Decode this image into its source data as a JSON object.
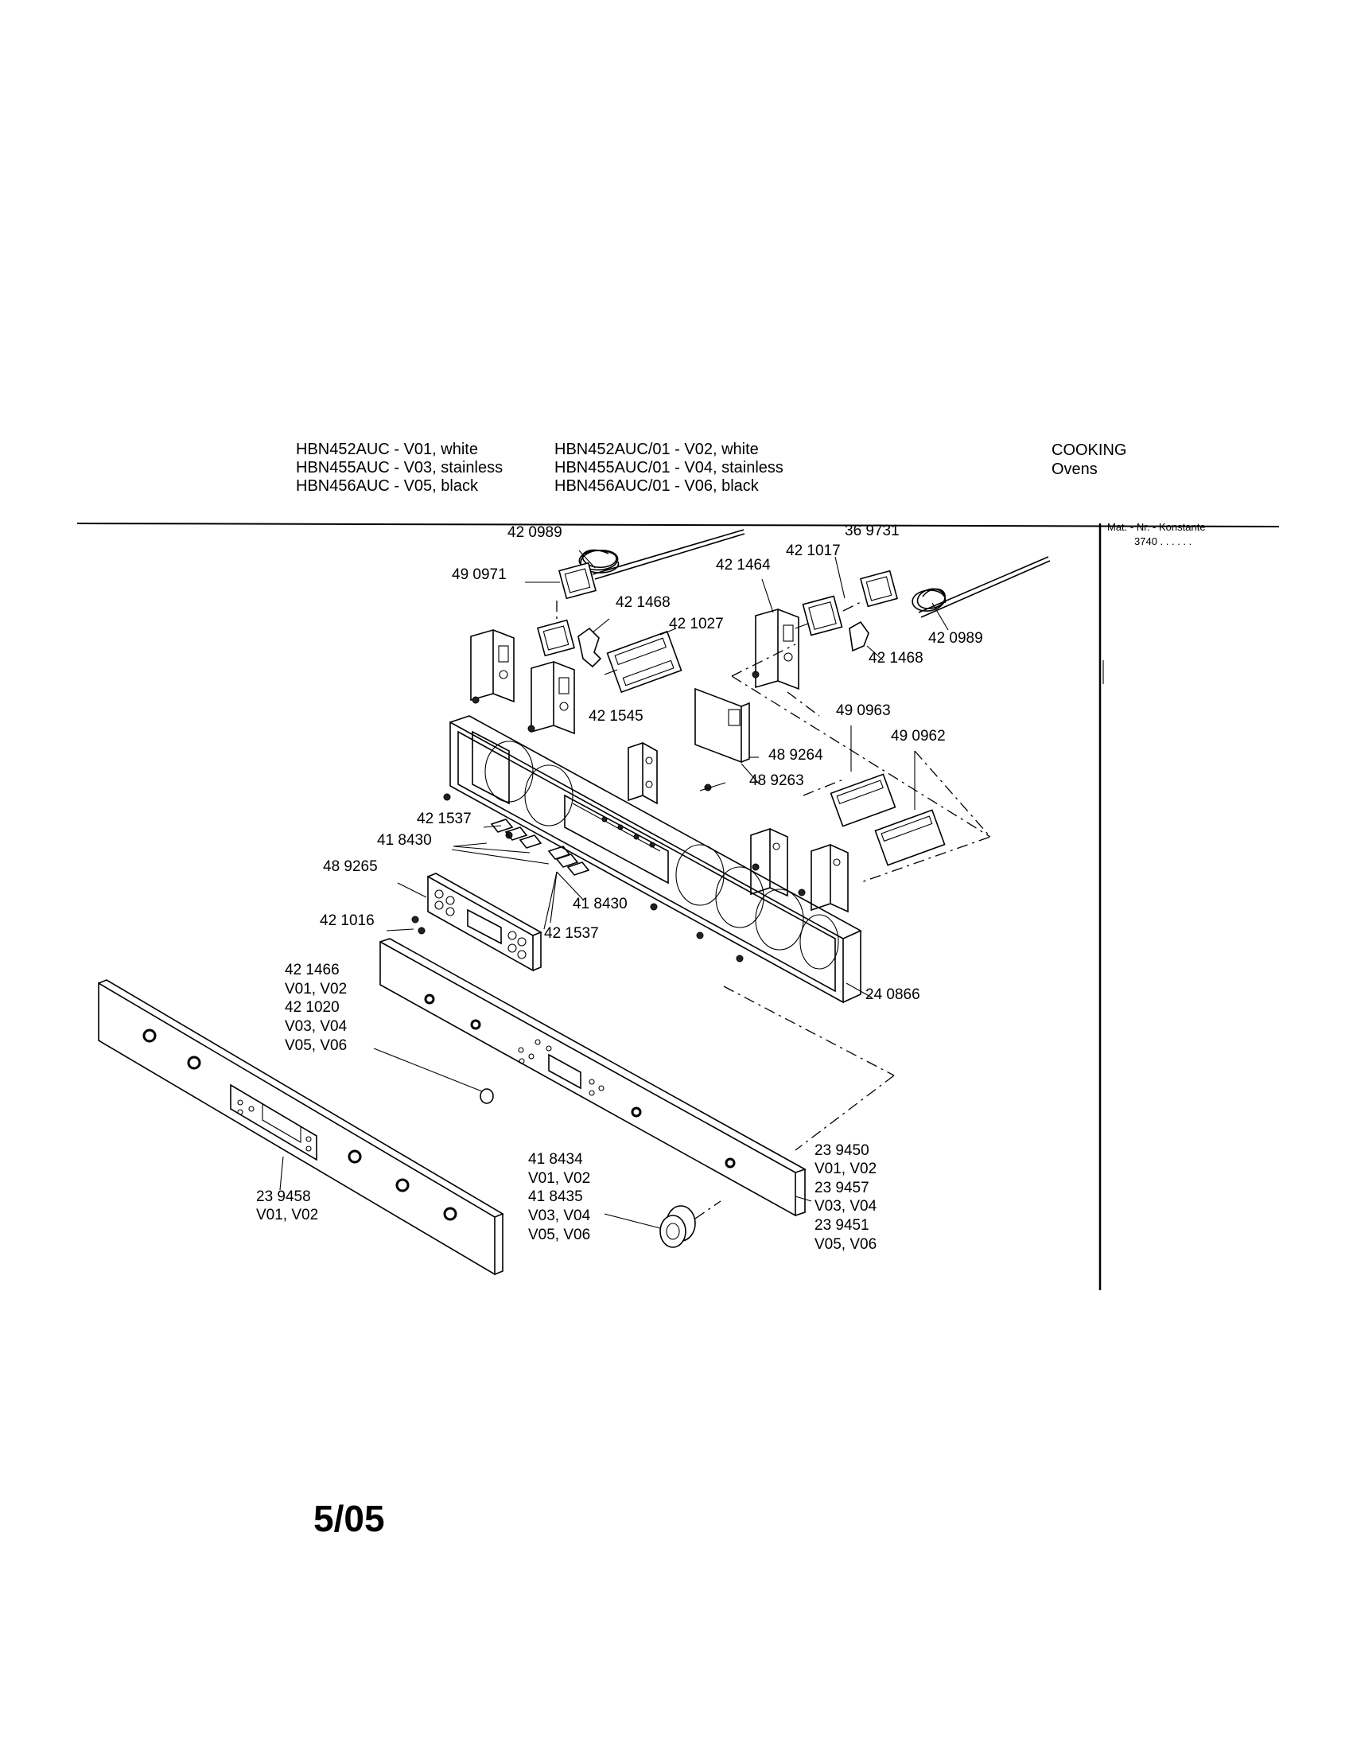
{
  "header": {
    "models_left": [
      "HBN452AUC - V01, white",
      "HBN455AUC - V03, stainless",
      "HBN456AUC - V05, black"
    ],
    "models_mid": [
      "HBN452AUC/01 - V02, white",
      "HBN455AUC/01 - V04, stainless",
      "HBN456AUC/01 - V06, black"
    ],
    "category": "COOKING",
    "subcategory": "Ovens"
  },
  "side_panel": {
    "title": "Mat. - Nr. - Konstante",
    "value": "3740 . . . . . ."
  },
  "callouts": {
    "p420989_top": "42 0989",
    "p490971": "49 0971",
    "p421468_left": "42 1468",
    "p421027": "42 1027",
    "p369731": "36 9731",
    "p421017": "42 1017",
    "p421464": "42 1464",
    "p420989_right": "42 0989",
    "p421468_right": "42 1468",
    "p421545": "42 1545",
    "p490963": "49 0963",
    "p490962": "49 0962",
    "p489264": "48 9264",
    "p489263": "48 9263",
    "p421537_top": "42 1537",
    "p418430_left": "41 8430",
    "p489265": "48 9265",
    "p418430_mid": "41 8430",
    "p421016": "42 1016",
    "p421537_bottom": "42 1537",
    "p240866": "24 0866",
    "knob_group": [
      "42 1466",
      "V01, V02",
      "42 1020",
      "V03, V04",
      "V05, V06"
    ],
    "panel_left": [
      "23 9458",
      "V01, V02"
    ],
    "knob_bottom": [
      "41 8434",
      "V01, V02",
      "41 8435",
      "V03, V04",
      "V05, V06"
    ],
    "panel_right": [
      "23 9450",
      "V01, V02",
      "23 9457",
      "V03, V04",
      "23 9451",
      "V05, V06"
    ]
  },
  "footer": {
    "date": "5/05"
  }
}
